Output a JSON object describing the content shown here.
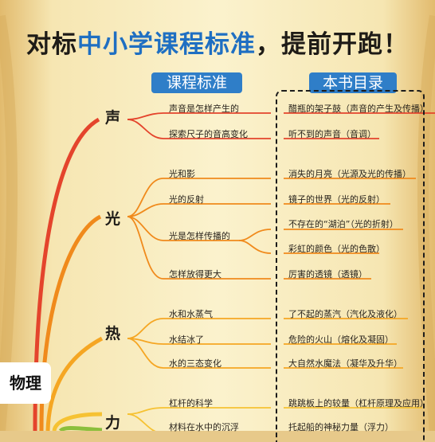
{
  "title": {
    "part1": "对标",
    "part2": "中小学课程标准",
    "part3": "，提前开跑！"
  },
  "headers": {
    "standard": "课程标准",
    "book": "本书目录"
  },
  "root": "物理",
  "categories": [
    {
      "name": "声",
      "color": "#e4442c"
    },
    {
      "name": "光",
      "color": "#f08a1c"
    },
    {
      "name": "热",
      "color": "#f5a623"
    },
    {
      "name": "力",
      "color": "#f6c233"
    }
  ],
  "standards": [
    "声音是怎样产生的",
    "探索尺子的音高变化",
    "光和影",
    "光的反射",
    "光是怎样传播的",
    "怎样放得更大",
    "水和水蒸气",
    "水结冰了",
    "水的三态变化",
    "杠杆的科学",
    "材料在水中的沉浮"
  ],
  "book_items": [
    "醋瓶的架子鼓（声音的产生及传播）",
    "听不到的声音（音调）",
    "消失的月亮（光源及光的传播）",
    "镜子的世界（光的反射）",
    "不存在的“湖泊”（光的折射）",
    "彩虹的颜色（光的色散）",
    "厉害的透镜（透镜）",
    "了不起的蒸汽（汽化及液化）",
    "危险的火山（熔化及凝固）",
    "大自然水魔法（凝华及升华）",
    "跳跳板上的较量（杠杆原理及应用）",
    "托起船的神秘力量（浮力）"
  ]
}
